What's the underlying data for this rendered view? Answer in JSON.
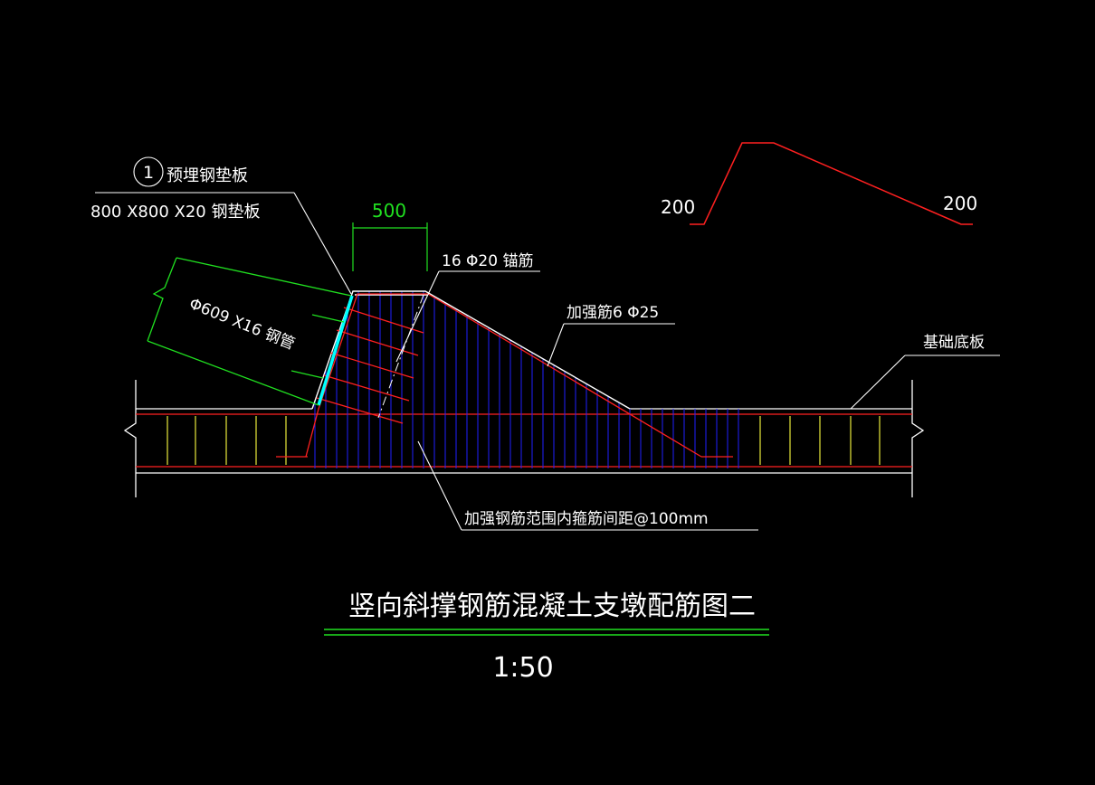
{
  "drawing": {
    "title": "竖向斜撑钢筋混凝土支墩配筋图二",
    "scale": "1:50",
    "callout_number": "1",
    "callout_label": "预埋钢垫板",
    "plate_spec": "800 X800 X20 钢垫板",
    "dim_500": "500",
    "anchor_label": "16 Φ20 锚筋",
    "pipe_label": "Φ609 X16 钢管",
    "reinforce_label": "加强筋6 Φ25",
    "base_label": "基础底板",
    "stirrup_note": "加强钢筋范围内箍筋间距@100mm",
    "bend_dim_left": "200",
    "bend_dim_right": "200"
  },
  "colors": {
    "background": "#000000",
    "line_white": "#ffffff",
    "rebar_red": "#ff2020",
    "stirrup_blue": "#2020ff",
    "pipe_green": "#20e020",
    "dim_green": "#20e020",
    "plate_cyan": "#00ffff",
    "stirrup_yellow": "#ffff40"
  }
}
